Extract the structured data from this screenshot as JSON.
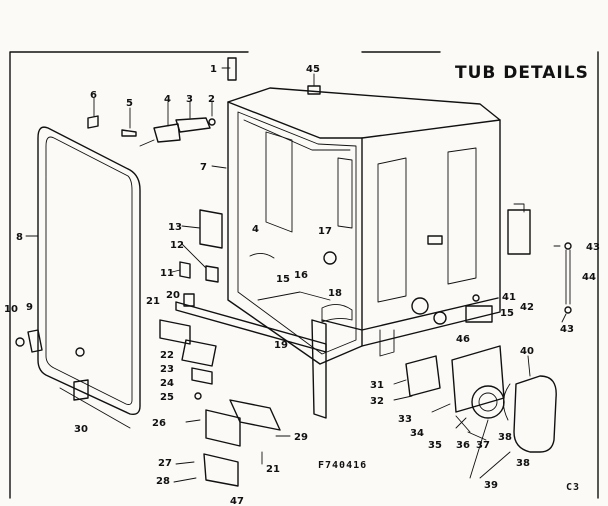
{
  "diagram": {
    "title": "TUB DETAILS",
    "drawing_code": "F740416",
    "corner_code": "C3"
  },
  "parts": [
    {
      "id": "p1",
      "label": "1"
    },
    {
      "id": "p2",
      "label": "2"
    },
    {
      "id": "p3",
      "label": "3"
    },
    {
      "id": "p4",
      "label": "4"
    },
    {
      "id": "p5",
      "label": "5"
    },
    {
      "id": "p6",
      "label": "6"
    },
    {
      "id": "p7",
      "label": "7"
    },
    {
      "id": "p8",
      "label": "8"
    },
    {
      "id": "p9",
      "label": "9"
    },
    {
      "id": "p10",
      "label": "10"
    },
    {
      "id": "p11",
      "label": "11"
    },
    {
      "id": "p12",
      "label": "12"
    },
    {
      "id": "p13",
      "label": "13"
    },
    {
      "id": "p4b",
      "label": "4"
    },
    {
      "id": "p15a",
      "label": "15"
    },
    {
      "id": "p16",
      "label": "16"
    },
    {
      "id": "p17",
      "label": "17"
    },
    {
      "id": "p18",
      "label": "18"
    },
    {
      "id": "p19",
      "label": "19"
    },
    {
      "id": "p20",
      "label": "20"
    },
    {
      "id": "p21a",
      "label": "21"
    },
    {
      "id": "p22",
      "label": "22"
    },
    {
      "id": "p23",
      "label": "23"
    },
    {
      "id": "p24",
      "label": "24"
    },
    {
      "id": "p25",
      "label": "25"
    },
    {
      "id": "p26",
      "label": "26"
    },
    {
      "id": "p27",
      "label": "27"
    },
    {
      "id": "p28",
      "label": "28"
    },
    {
      "id": "p29",
      "label": "29"
    },
    {
      "id": "p30",
      "label": "30"
    },
    {
      "id": "p21b",
      "label": "21"
    },
    {
      "id": "p31",
      "label": "31"
    },
    {
      "id": "p32",
      "label": "32"
    },
    {
      "id": "p33",
      "label": "33"
    },
    {
      "id": "p34",
      "label": "34"
    },
    {
      "id": "p35",
      "label": "35"
    },
    {
      "id": "p36",
      "label": "36"
    },
    {
      "id": "p37",
      "label": "37"
    },
    {
      "id": "p38a",
      "label": "38"
    },
    {
      "id": "p38b",
      "label": "38"
    },
    {
      "id": "p39",
      "label": "39"
    },
    {
      "id": "p40",
      "label": "40"
    },
    {
      "id": "p41",
      "label": "41"
    },
    {
      "id": "p42",
      "label": "42"
    },
    {
      "id": "p43a",
      "label": "43"
    },
    {
      "id": "p43b",
      "label": "43"
    },
    {
      "id": "p44",
      "label": "44"
    },
    {
      "id": "p45",
      "label": "45"
    },
    {
      "id": "p46",
      "label": "46"
    },
    {
      "id": "p15b",
      "label": "15"
    },
    {
      "id": "p47",
      "label": "47"
    }
  ]
}
